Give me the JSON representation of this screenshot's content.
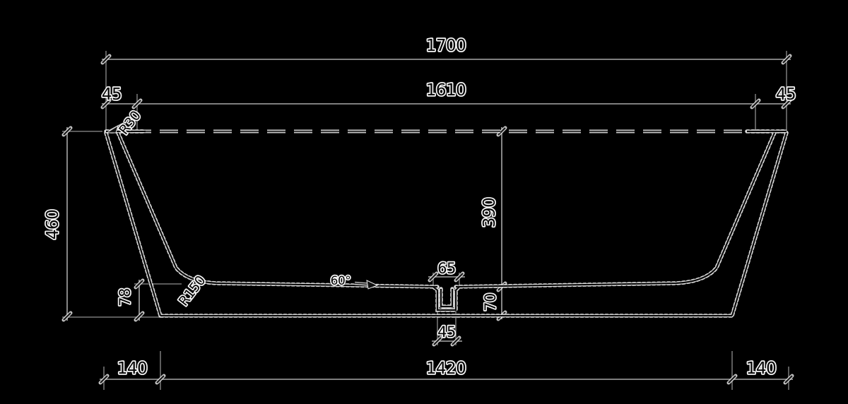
{
  "drawing": {
    "type": "bathtub-side-section",
    "line_color": "#0a0a0a",
    "halo_color": "#f2f2f2",
    "dim_line_color": "#a8a8a8",
    "background": "#000000",
    "dimensions": {
      "overall_length": "1700",
      "rim_top_length": "1610",
      "rim_overhang_left": "45",
      "rim_overhang_right": "45",
      "overall_height": "460",
      "inner_depth": "390",
      "base_thickness": "70",
      "skirt_height": "78",
      "drain_recess_width": "65",
      "drain_width": "45",
      "base_offset_left": "140",
      "base_length": "1420",
      "base_offset_right": "140",
      "top_corner_radius": "R30",
      "bottom_corner_radius": "R150",
      "bottom_slope_angle": "60°"
    }
  }
}
